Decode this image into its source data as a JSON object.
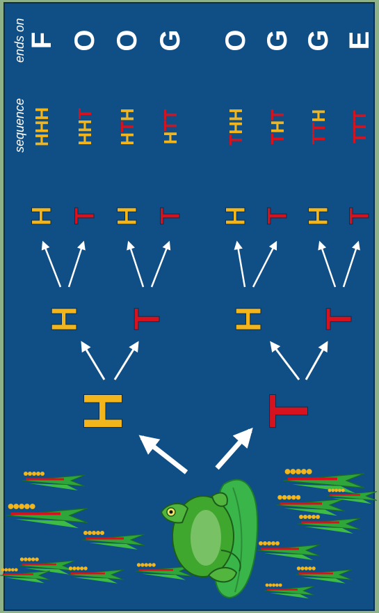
{
  "colors": {
    "background": "#0f4f86",
    "heads": "#f2b51c",
    "tails": "#d6121e",
    "header_text": "#ffffff",
    "arrow": "#ffffff",
    "frog": "#3fa62e",
    "lily_pad": "#39b54a"
  },
  "header": {
    "sequence_label": "sequence",
    "ends_on_label": "ends on"
  },
  "tree": {
    "level1": [
      "H",
      "T"
    ],
    "level2": [
      "H",
      "T",
      "H",
      "T"
    ],
    "level3": [
      "H",
      "T",
      "H",
      "T",
      "H",
      "T",
      "H",
      "T"
    ]
  },
  "outcomes": [
    {
      "sequence": "HHH",
      "ends_on": "F"
    },
    {
      "sequence": "HHT",
      "ends_on": "O"
    },
    {
      "sequence": "HTH",
      "ends_on": "O"
    },
    {
      "sequence": "HTT",
      "ends_on": "G"
    },
    {
      "sequence": "THH",
      "ends_on": "O"
    },
    {
      "sequence": "THT",
      "ends_on": "G"
    },
    {
      "sequence": "TTH",
      "ends_on": "G"
    },
    {
      "sequence": "TTT",
      "ends_on": "E"
    }
  ],
  "icons": {
    "frog": "frog-icon",
    "lily_pad": "lily-pad-icon",
    "reeds": "reed-icon"
  }
}
